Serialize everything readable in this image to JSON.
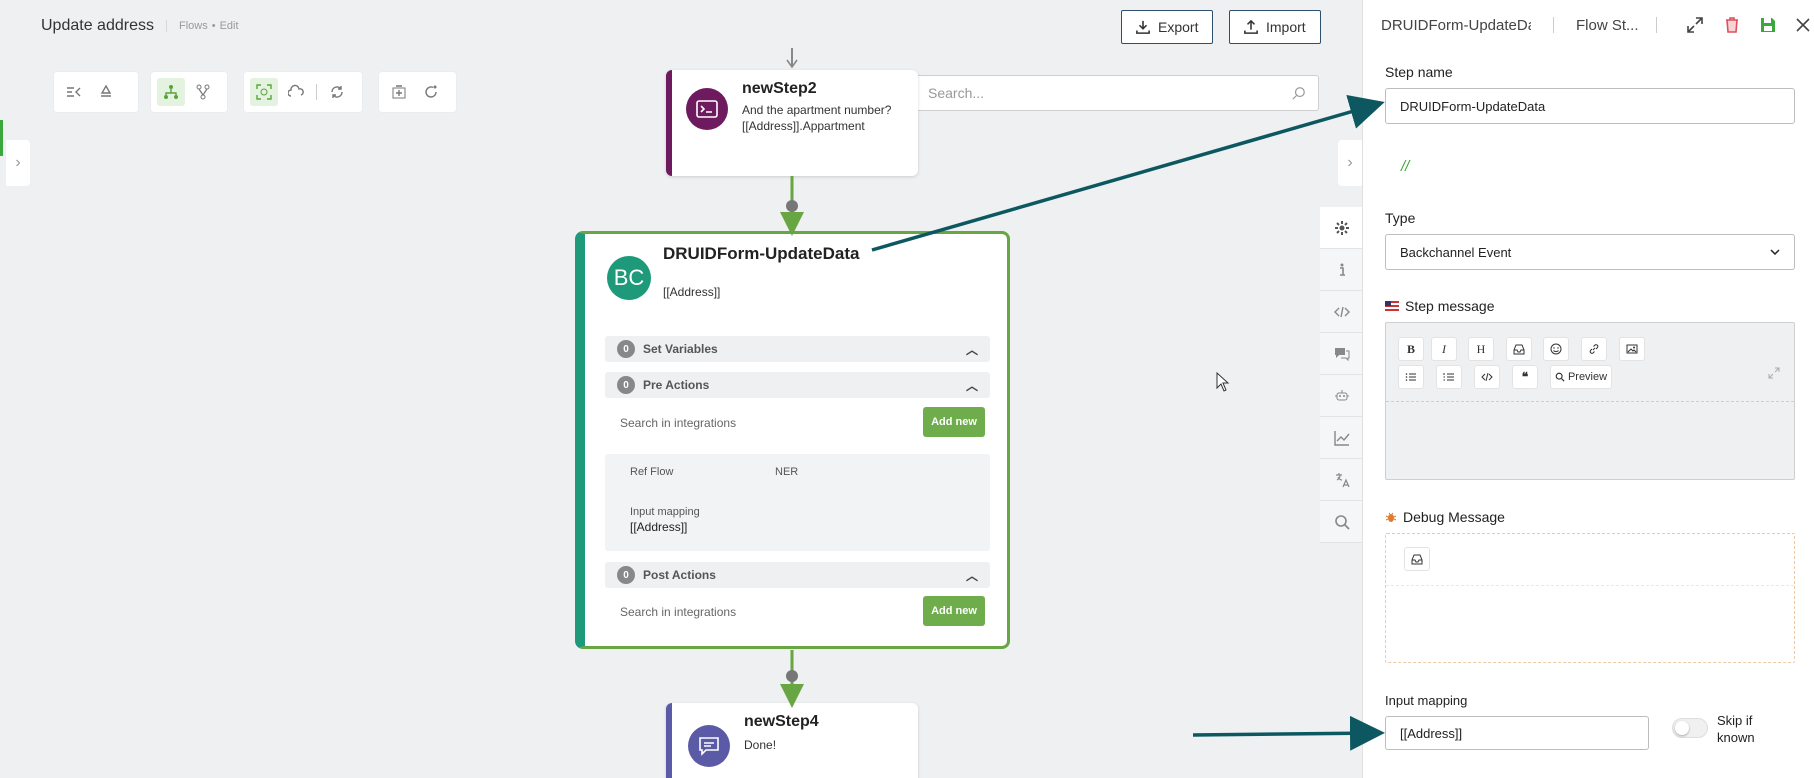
{
  "header": {
    "title": "Update address",
    "crumb_flows": "Flows",
    "crumb_edit": "Edit",
    "export_label": "Export",
    "import_label": "Import"
  },
  "canvas": {
    "search_placeholder": "Search..."
  },
  "nodes": {
    "step2": {
      "title": "newStep2",
      "line1": "And the apartment number?",
      "line2": "[[Address]].Appartment"
    },
    "main": {
      "avatar": "BC",
      "title": "DRUIDForm-UpdateData",
      "subtitle": "[[Address]]",
      "set_variables": {
        "count": "0",
        "label": "Set Variables"
      },
      "pre_actions": {
        "count": "0",
        "label": "Pre Actions"
      },
      "post_actions": {
        "count": "0",
        "label": "Post Actions"
      },
      "search_integrations": "Search in integrations",
      "add_new": "Add new",
      "ref_flow_label": "Ref Flow",
      "ref_flow_value": "NER",
      "input_mapping_label": "Input mapping",
      "input_mapping_value": "[[Address]]"
    },
    "step4": {
      "title": "newStep4",
      "line1": "Done!"
    }
  },
  "panel": {
    "title": "DRUIDForm-UpdateDa",
    "subtitle": "Flow St...",
    "step_name_label": "Step name",
    "step_name_value": "DRUIDForm-UpdateData",
    "comment_marker": "//",
    "type_label": "Type",
    "type_value": "Backchannel Event",
    "step_message_label": "Step message",
    "preview_label": "Preview",
    "debug_message_label": "Debug Message",
    "input_mapping_label": "Input mapping",
    "input_mapping_value": "[[Address]]",
    "skip_if_known_label": "Skip if known"
  },
  "colors": {
    "accent_green": "#6eac4c",
    "node_border_green": "#68a543",
    "teal": "#1e9a7a",
    "purple": "#6d1a5e",
    "indigo": "#5b5aa6",
    "arrow": "#0d5860",
    "delete_red": "#e0505a",
    "save_green": "#3aa83a"
  }
}
